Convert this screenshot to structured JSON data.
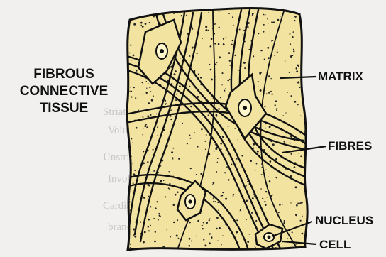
{
  "title": {
    "line1": "FIBROUS",
    "line2": "CONNECTIVE",
    "line3": "TISSUE"
  },
  "labels": {
    "matrix": "MATRIX",
    "fibres": "FIBRES",
    "nucleus": "NUCLEUS",
    "cell": "CELL"
  },
  "colors": {
    "matrix_fill": "#f2e3a0",
    "outline": "#111111",
    "background": "#f1f0ee"
  },
  "bleed_through_text": [
    "Striated (s",
    "Voluntary",
    "Unstriated (",
    "Involuntary",
    "Cardiac (",
    "branched"
  ]
}
